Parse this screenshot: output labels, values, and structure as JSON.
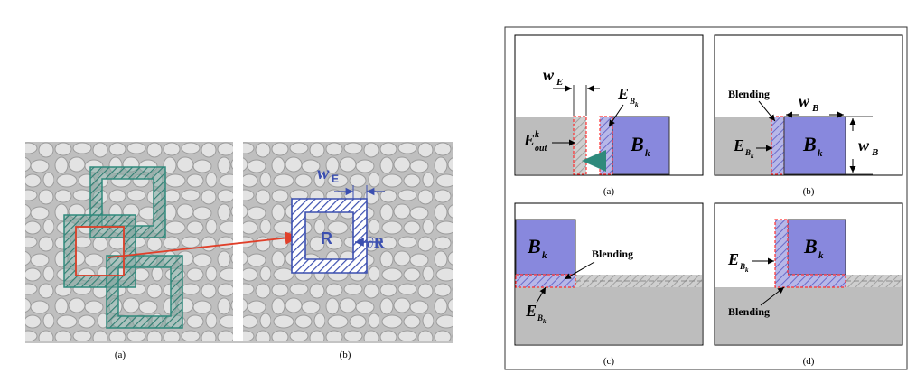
{
  "left_figure": {
    "caption_a": "(a)",
    "caption_b": "(b)",
    "label_region": "R",
    "label_boundary": "∂R",
    "label_width": "w",
    "label_width_sub": "E"
  },
  "right_figure": {
    "caption_a": "(a)",
    "caption_b": "(b)",
    "caption_c": "(c)",
    "caption_d": "(d)",
    "w": "w",
    "sub_E": "E",
    "sub_B": "B",
    "E": "E",
    "B": "B",
    "sub_k": "k",
    "sup_k": "k",
    "out": "out",
    "blending": "Blending"
  },
  "colors": {
    "texture_bg": "#c9c9c9",
    "stone_fill": "#dedede",
    "stone_edge": "#9a9a9a",
    "teal": "#2f8a7c",
    "red": "#e0402a",
    "blue_region": "#3b4fb0",
    "block_blue": "#8888dd",
    "gray_fill": "#bdbdbd",
    "hatch_red": "#ff3030"
  }
}
